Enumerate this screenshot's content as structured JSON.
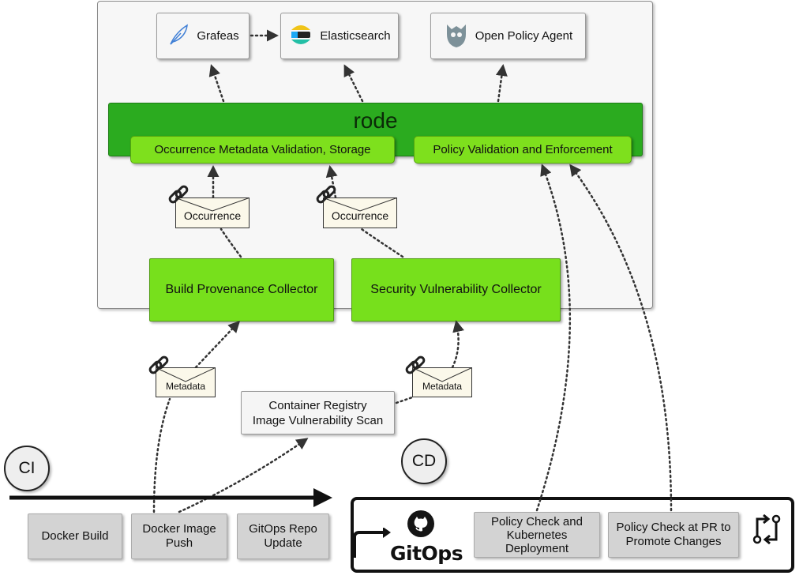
{
  "tools": {
    "grafeas": "Grafeas",
    "elasticsearch": "Elasticsearch",
    "opa": "Open Policy Agent"
  },
  "rode": {
    "title": "rode",
    "occurrence_validation": "Occurrence Metadata Validation, Storage",
    "policy_validation": "Policy Validation and Enforcement"
  },
  "messages": {
    "occurrence": "Occurrence",
    "metadata": "Metadata"
  },
  "collectors": {
    "build_provenance": "Build Provenance Collector",
    "security_vulnerability": "Security Vulnerability Collector"
  },
  "scan": {
    "line1": "Container Registry",
    "line2": "Image Vulnerability Scan"
  },
  "stages": {
    "ci": "CI",
    "cd": "CD"
  },
  "ci_steps": {
    "docker_build": "Docker Build",
    "docker_push_line1": "Docker Image",
    "docker_push_line2": "Push",
    "gitops_update_line1": "GitOps Repo",
    "gitops_update_line2": "Update"
  },
  "cd": {
    "gitops": "GitOps",
    "k8s_line1": "Policy Check and",
    "k8s_line2": "Kubernetes",
    "k8s_line3": "Deployment",
    "pr_line1": "Policy Check at PR to",
    "pr_line2": "Promote Changes"
  },
  "icons": {
    "grafeas": "feather-icon",
    "elasticsearch": "elasticsearch-icon",
    "opa": "opa-icon",
    "github": "github-icon",
    "pull_request": "pull-request-icon",
    "link": "link-icon",
    "envelope": "envelope-icon"
  }
}
